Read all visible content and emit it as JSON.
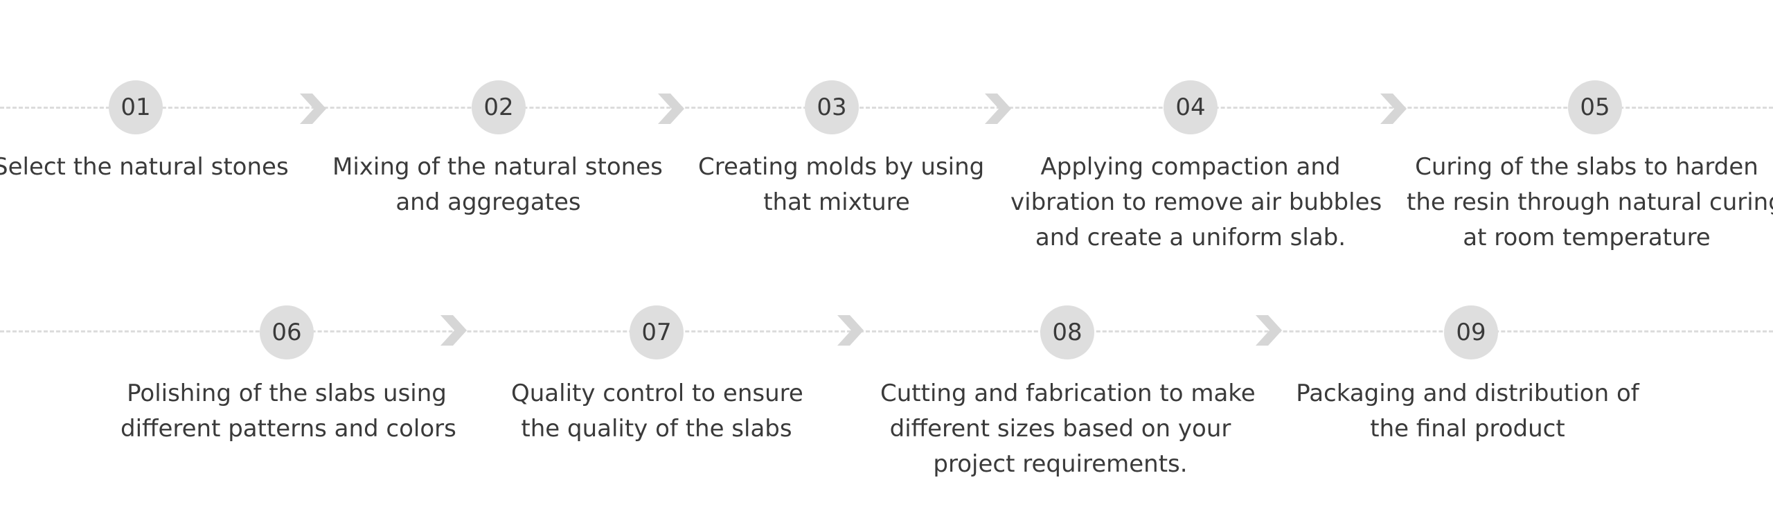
{
  "steps": [
    {
      "number": "01",
      "lines": [
        "Select the natural stones"
      ]
    },
    {
      "number": "02",
      "lines": [
        "Mixing of the natural stones",
        "and aggregates"
      ]
    },
    {
      "number": "03",
      "lines": [
        "Creating molds by using",
        "that mixture"
      ]
    },
    {
      "number": "04",
      "lines": [
        "Applying compaction and",
        "vibration to remove air bubbles",
        "and create a uniform slab."
      ]
    },
    {
      "number": "05",
      "lines": [
        "Curing of the slabs to harden",
        "the resin through natural curing",
        "at room temperature"
      ]
    },
    {
      "number": "06",
      "lines": [
        "Polishing of the slabs using",
        "different patterns and colors"
      ]
    },
    {
      "number": "07",
      "lines": [
        "Quality control to ensure",
        "the quality of the slabs"
      ]
    },
    {
      "number": "08",
      "lines": [
        "Cutting and fabrication to make",
        "different sizes based on your",
        "project requirements."
      ]
    },
    {
      "number": "09",
      "lines": [
        "Packaging and distribution of",
        "the final product"
      ]
    }
  ],
  "colors": {
    "circle": "#dedede",
    "text": "#3a3a3a",
    "connector": "#dcdcdc",
    "arrow": "#d6d6d6"
  },
  "icons": {
    "arrow": "chevron-right-icon"
  }
}
